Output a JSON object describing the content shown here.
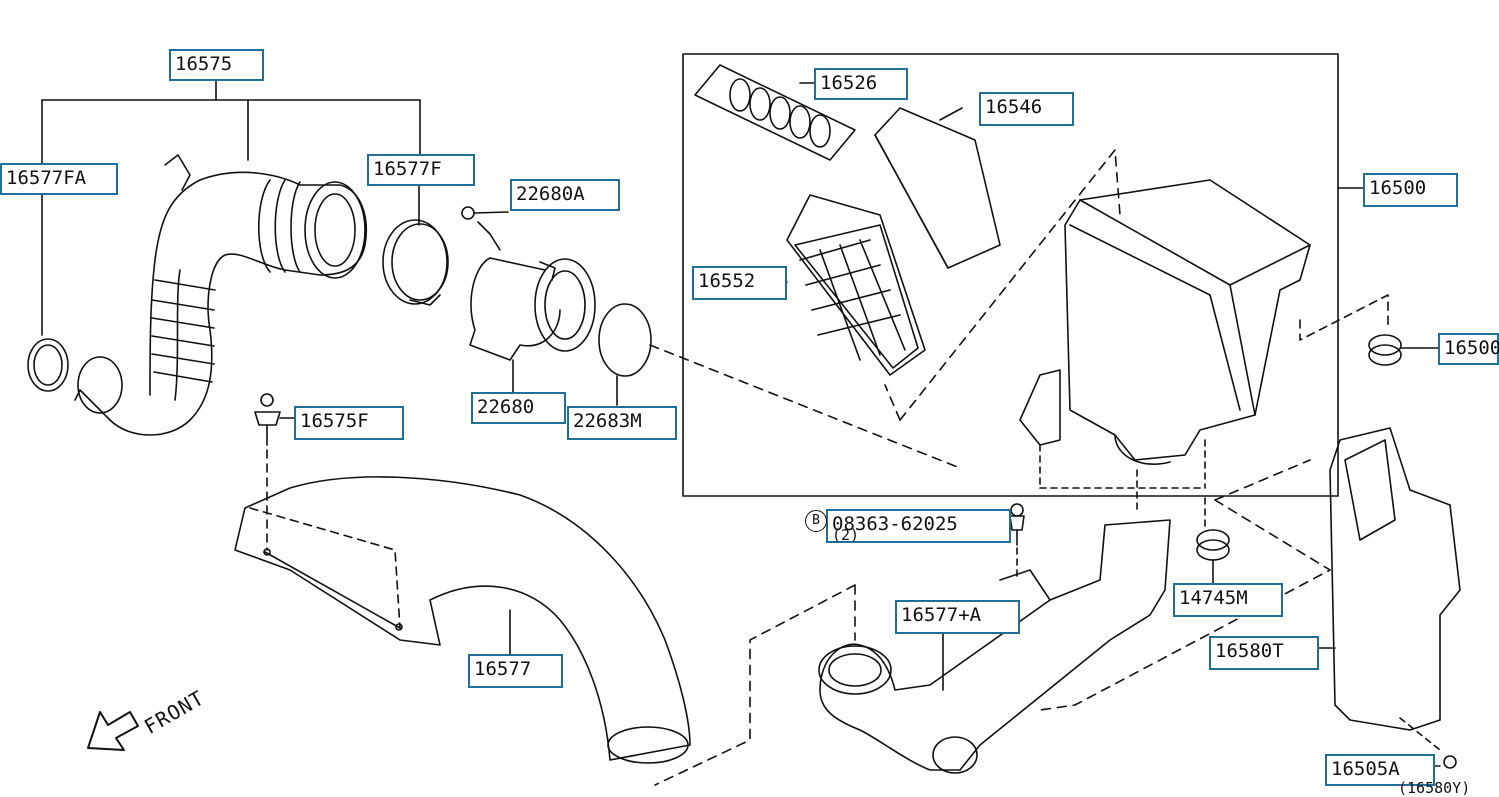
{
  "labels": {
    "p16575": "16575",
    "p16577FA": "16577FA",
    "p16577F": "16577F",
    "p22680A": "22680A",
    "p22680": "22680",
    "p22683M": "22683M",
    "p16575F": "16575F",
    "p16577": "16577",
    "p16526": "16526",
    "p16546": "16546",
    "p16552": "16552",
    "p16500": "16500",
    "p16500b": "16500",
    "p08363": "08363-62025",
    "p08363qty": "(2)",
    "bolt_marker": "B",
    "p14745M": "14745M",
    "p16577A": "16577+A",
    "p16580T": "16580T",
    "p16505A": "16505A",
    "p16580cut": "(16580Y)"
  },
  "front": "FRONT",
  "colors": {
    "box": "#1f6f9a",
    "ink": "#111111"
  }
}
